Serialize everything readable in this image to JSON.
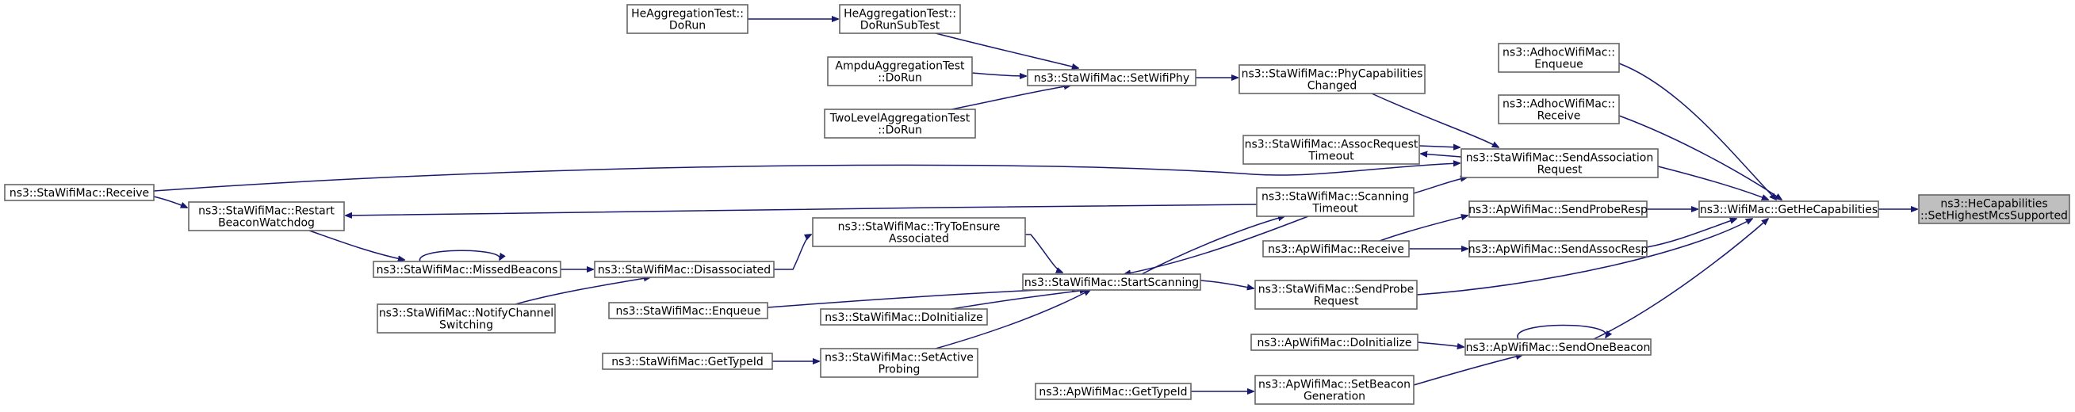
{
  "nodes": [
    {
      "id": "n_setmcs",
      "lines": [
        "ns3::HeCapabilities",
        "::SetHighestMcsSupported"
      ],
      "root": true
    },
    {
      "id": "n_gethe",
      "lines": [
        "ns3::WifiMac::GetHeCapabilities"
      ]
    },
    {
      "id": "n_adhoc_enq",
      "lines": [
        "ns3::AdhocWifiMac::",
        "Enqueue"
      ]
    },
    {
      "id": "n_adhoc_rcv",
      "lines": [
        "ns3::AdhocWifiMac::",
        "Receive"
      ]
    },
    {
      "id": "n_sendassoc",
      "lines": [
        "ns3::StaWifiMac::SendAssociation",
        "Request"
      ]
    },
    {
      "id": "n_probresp",
      "lines": [
        "ns3::ApWifiMac::SendProbeResp"
      ]
    },
    {
      "id": "n_assocresp",
      "lines": [
        "ns3::ApWifiMac::SendAssocResp"
      ]
    },
    {
      "id": "n_onebeacon",
      "lines": [
        "ns3::ApWifiMac::SendOneBeacon"
      ]
    },
    {
      "id": "n_phycap",
      "lines": [
        "ns3::StaWifiMac::PhyCapabilities",
        "Changed"
      ]
    },
    {
      "id": "n_assoctimeout",
      "lines": [
        "ns3::StaWifiMac::AssocRequest",
        "Timeout"
      ]
    },
    {
      "id": "n_scantimeout",
      "lines": [
        "ns3::StaWifiMac::Scanning",
        "Timeout"
      ]
    },
    {
      "id": "n_ap_rcv",
      "lines": [
        "ns3::ApWifiMac::Receive"
      ]
    },
    {
      "id": "n_sendprobe",
      "lines": [
        "ns3::StaWifiMac::SendProbe",
        "Request"
      ]
    },
    {
      "id": "n_ap_doinit",
      "lines": [
        "ns3::ApWifiMac::DoInitialize"
      ]
    },
    {
      "id": "n_setbeacongen",
      "lines": [
        "ns3::ApWifiMac::SetBeacon",
        "Generation"
      ]
    },
    {
      "id": "n_ap_gettype",
      "lines": [
        "ns3::ApWifiMac::GetTypeId"
      ]
    },
    {
      "id": "n_setwifiphy",
      "lines": [
        "ns3::StaWifiMac::SetWifiPhy"
      ]
    },
    {
      "id": "n_startscan",
      "lines": [
        "ns3::StaWifiMac::StartScanning"
      ]
    },
    {
      "id": "n_subtest",
      "lines": [
        "HeAggregationTest::",
        "DoRunSubTest"
      ]
    },
    {
      "id": "n_hedorun",
      "lines": [
        "HeAggregationTest::",
        "DoRun"
      ]
    },
    {
      "id": "n_ampdu",
      "lines": [
        "AmpduAggregationTest",
        "::DoRun"
      ]
    },
    {
      "id": "n_twolevel",
      "lines": [
        "TwoLevelAggregationTest",
        "::DoRun"
      ]
    },
    {
      "id": "n_sta_rcv",
      "lines": [
        "ns3::StaWifiMac::Receive"
      ]
    },
    {
      "id": "n_restart",
      "lines": [
        "ns3::StaWifiMac::Restart",
        "BeaconWatchdog"
      ]
    },
    {
      "id": "n_tryensure",
      "lines": [
        "ns3::StaWifiMac::TryToEnsure",
        "Associated"
      ]
    },
    {
      "id": "n_sta_enq",
      "lines": [
        "ns3::StaWifiMac::Enqueue"
      ]
    },
    {
      "id": "n_sta_doinit",
      "lines": [
        "ns3::StaWifiMac::DoInitialize"
      ]
    },
    {
      "id": "n_setactive",
      "lines": [
        "ns3::StaWifiMac::SetActive",
        "Probing"
      ]
    },
    {
      "id": "n_disassoc",
      "lines": [
        "ns3::StaWifiMac::Disassociated"
      ]
    },
    {
      "id": "n_sta_gettype",
      "lines": [
        "ns3::StaWifiMac::GetTypeId"
      ]
    },
    {
      "id": "n_missed",
      "lines": [
        "ns3::StaWifiMac::MissedBeacons"
      ]
    },
    {
      "id": "n_notify",
      "lines": [
        "ns3::StaWifiMac::NotifyChannel",
        "Switching"
      ]
    }
  ],
  "edges": [
    {
      "from": "n_gethe",
      "to": "n_setmcs"
    },
    {
      "from": "n_adhoc_enq",
      "to": "n_gethe"
    },
    {
      "from": "n_adhoc_rcv",
      "to": "n_gethe"
    },
    {
      "from": "n_sendassoc",
      "to": "n_gethe"
    },
    {
      "from": "n_probresp",
      "to": "n_gethe"
    },
    {
      "from": "n_assocresp",
      "to": "n_gethe"
    },
    {
      "from": "n_onebeacon",
      "to": "n_gethe"
    },
    {
      "from": "n_sendprobe",
      "to": "n_gethe"
    },
    {
      "from": "n_phycap",
      "to": "n_sendassoc"
    },
    {
      "from": "n_sendassoc",
      "to": "n_assoctimeout"
    },
    {
      "from": "n_assoctimeout",
      "to": "n_sendassoc"
    },
    {
      "from": "n_scantimeout",
      "to": "n_sendassoc"
    },
    {
      "from": "n_sta_rcv",
      "to": "n_sendassoc"
    },
    {
      "from": "n_ap_rcv",
      "to": "n_probresp"
    },
    {
      "from": "n_ap_rcv",
      "to": "n_assocresp"
    },
    {
      "from": "n_setwifiphy",
      "to": "n_phycap"
    },
    {
      "from": "n_subtest",
      "to": "n_setwifiphy"
    },
    {
      "from": "n_ampdu",
      "to": "n_setwifiphy"
    },
    {
      "from": "n_twolevel",
      "to": "n_setwifiphy"
    },
    {
      "from": "n_hedorun",
      "to": "n_subtest"
    },
    {
      "from": "n_scantimeout",
      "to": "n_restart"
    },
    {
      "from": "n_sta_rcv",
      "to": "n_restart"
    },
    {
      "from": "n_startscan",
      "to": "n_scantimeout"
    },
    {
      "from": "n_scantimeout",
      "to": "n_startscan"
    },
    {
      "from": "n_startscan",
      "to": "n_sendprobe"
    },
    {
      "from": "n_tryensure",
      "to": "n_startscan"
    },
    {
      "from": "n_sta_enq",
      "to": "n_startscan"
    },
    {
      "from": "n_sta_doinit",
      "to": "n_startscan"
    },
    {
      "from": "n_setactive",
      "to": "n_startscan"
    },
    {
      "from": "n_disassoc",
      "to": "n_tryensure"
    },
    {
      "from": "n_missed",
      "to": "n_disassoc"
    },
    {
      "from": "n_notify",
      "to": "n_disassoc"
    },
    {
      "from": "n_restart",
      "to": "n_missed"
    },
    {
      "from": "n_missed",
      "to": "n_missed"
    },
    {
      "from": "n_sta_gettype",
      "to": "n_setactive"
    },
    {
      "from": "n_ap_doinit",
      "to": "n_onebeacon"
    },
    {
      "from": "n_setbeacongen",
      "to": "n_onebeacon"
    },
    {
      "from": "n_onebeacon",
      "to": "n_onebeacon"
    },
    {
      "from": "n_ap_gettype",
      "to": "n_setbeacongen"
    }
  ],
  "colors": {
    "edge": "#191970",
    "node_border": "#666666",
    "root_fill": "#bfbfbf",
    "node_fill": "#ffffff"
  }
}
